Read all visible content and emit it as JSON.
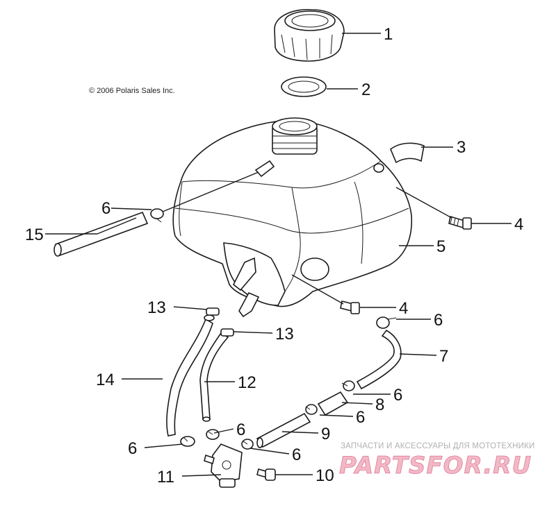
{
  "copyright": "© 2006 Polaris Sales Inc.",
  "watermark": {
    "tagline": "ЗАПЧАСТИ И АКСЕССУАРЫ ДЛЯ МОТОТЕХНИКИ",
    "logo": "PARTSFOR.RU"
  },
  "callouts": {
    "c1": "1",
    "c2": "2",
    "c3": "3",
    "c4a": "4",
    "c4b": "4",
    "c5": "5",
    "c6a": "6",
    "c6b": "6",
    "c6c": "6",
    "c6d": "6",
    "c6e": "6",
    "c6f": "6",
    "c6g": "6",
    "c7": "7",
    "c8": "8",
    "c9": "9",
    "c10": "10",
    "c11": "11",
    "c12": "12",
    "c13a": "13",
    "c13b": "13",
    "c14": "14",
    "c15": "15"
  },
  "colors": {
    "line": "#1a1a1a",
    "watermark_fill": "#f2b8c6",
    "watermark_stroke": "#e07a95"
  }
}
